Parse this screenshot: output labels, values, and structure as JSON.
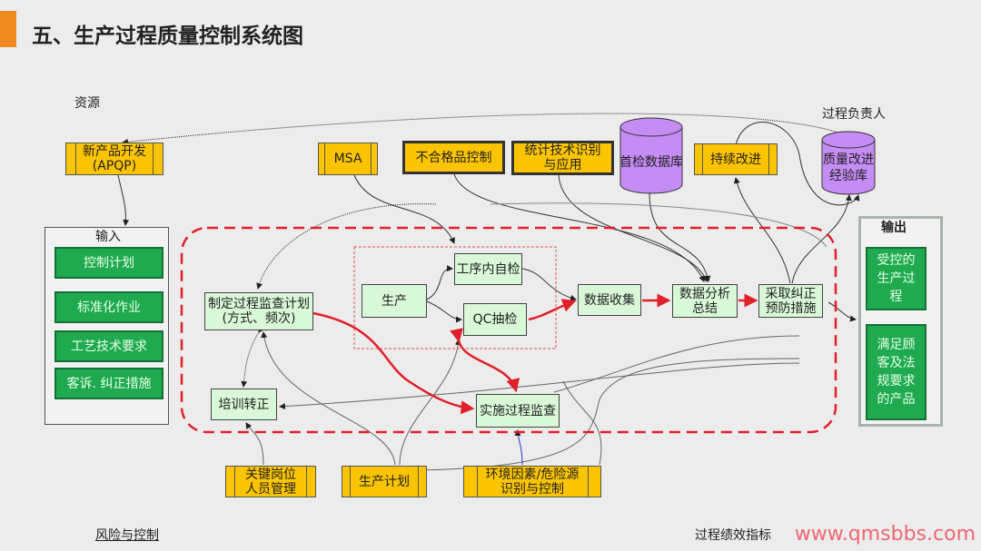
{
  "title": "五、生产过程质量控制系统图",
  "labels": {
    "resources": "资源",
    "owner": "过程负责人",
    "risk": "风险与控制",
    "kpi": "过程绩效指标",
    "watermark": "www.qmsbbs.com"
  },
  "top": {
    "apqp": [
      "新产品开发",
      "(APQP)"
    ],
    "msa": "MSA",
    "nonconforming": "不合格品控制",
    "stats": [
      "统计技术识别",
      "与应用"
    ],
    "first_db": "首检数据库",
    "improve": "持续改进",
    "lessons_db": [
      "质量改进",
      "经验库"
    ]
  },
  "input": {
    "title": "输入",
    "items": [
      "控制计划",
      "标准化作业",
      "工艺技术要求",
      "客诉. 纠正措施"
    ]
  },
  "output": {
    "title": "输出",
    "items": [
      "受控的生产过程",
      "满足顾客及法规要求的产品"
    ]
  },
  "process": {
    "plan": [
      "制定过程监查计划",
      "(方式、频次)"
    ],
    "production": "生产",
    "self_check": "工序内自检",
    "qc_sample": "QC抽检",
    "data_collect": "数据收集",
    "analysis": [
      "数据分析",
      "总结"
    ],
    "corrective": [
      "采取纠正",
      "预防措施"
    ],
    "training": "培训转正",
    "audit": "实施过程监查"
  },
  "bottom": {
    "key_staff": [
      "关键岗位",
      "人员管理"
    ],
    "prod_plan": "生产计划",
    "env": [
      "环境因素/危险源",
      "识别与控制"
    ]
  },
  "colors": {
    "accent": "#f08a1e",
    "yellow": "#fbc400",
    "green": "#1faa4f",
    "light_green": "#d8f8d8",
    "purple": "#c58cf5",
    "red": "#e0202a"
  }
}
